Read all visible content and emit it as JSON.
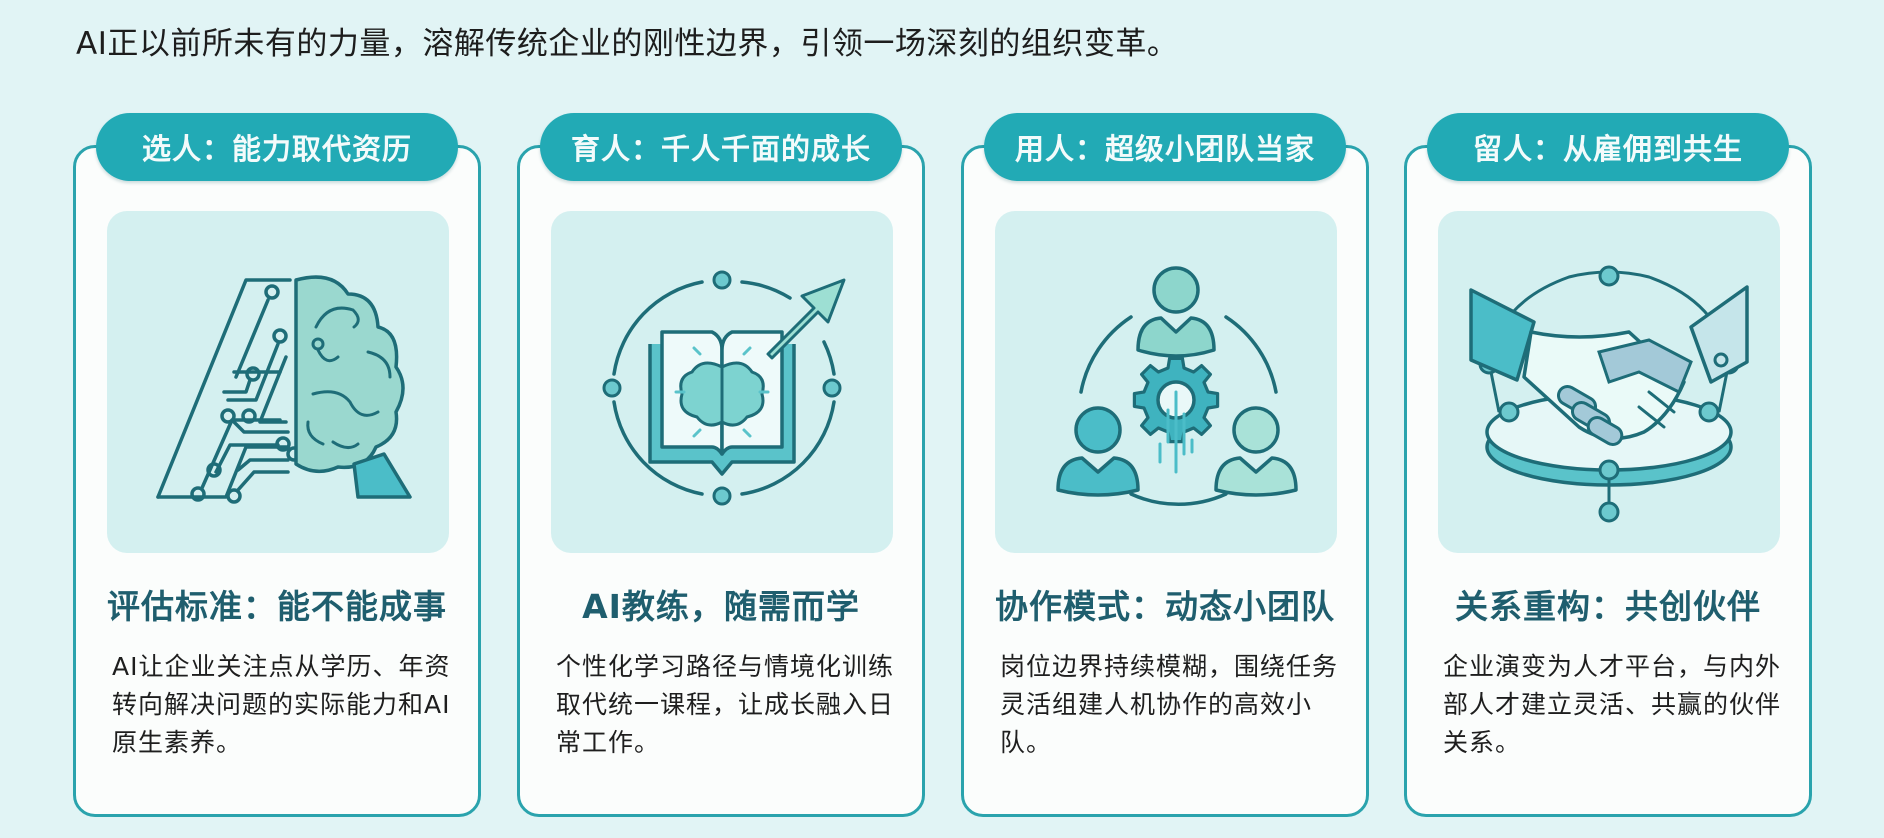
{
  "headline": "AI正以前所未有的力量，溶解传统企业的刚性边界，引领一场深刻的组织变革。",
  "colors": {
    "background": "#e1f4f5",
    "pill": "#22aab5",
    "card_border": "#2aa3ad",
    "heading": "#1f5e6e",
    "icon_bg": "#d4f0f0"
  },
  "cards": [
    {
      "pill": "选人：能力取代资历",
      "icon": "ai-brain-circuit-icon",
      "heading": "评估标准：能不能成事",
      "body": "AI让企业关注点从学历、年资转向解决问题的实际能力和AI原生素养。"
    },
    {
      "pill": "育人：千人千面的成长",
      "icon": "book-brain-growth-icon",
      "heading": "AI教练，随需而学",
      "body": "个性化学习路径与情境化训练取代统一课程，让成长融入日常工作。"
    },
    {
      "pill": "用人：超级小团队当家",
      "icon": "team-gear-icon",
      "heading": "协作模式：动态小团队",
      "body": "岗位边界持续模糊，围绕任务灵活组建人机协作的高效小队。"
    },
    {
      "pill": "留人：从雇佣到共生",
      "icon": "human-robot-handshake-icon",
      "heading": "关系重构：共创伙伴",
      "body": "企业演变为人才平台，与内外部人才建立灵活、共赢的伙伴关系。"
    }
  ]
}
